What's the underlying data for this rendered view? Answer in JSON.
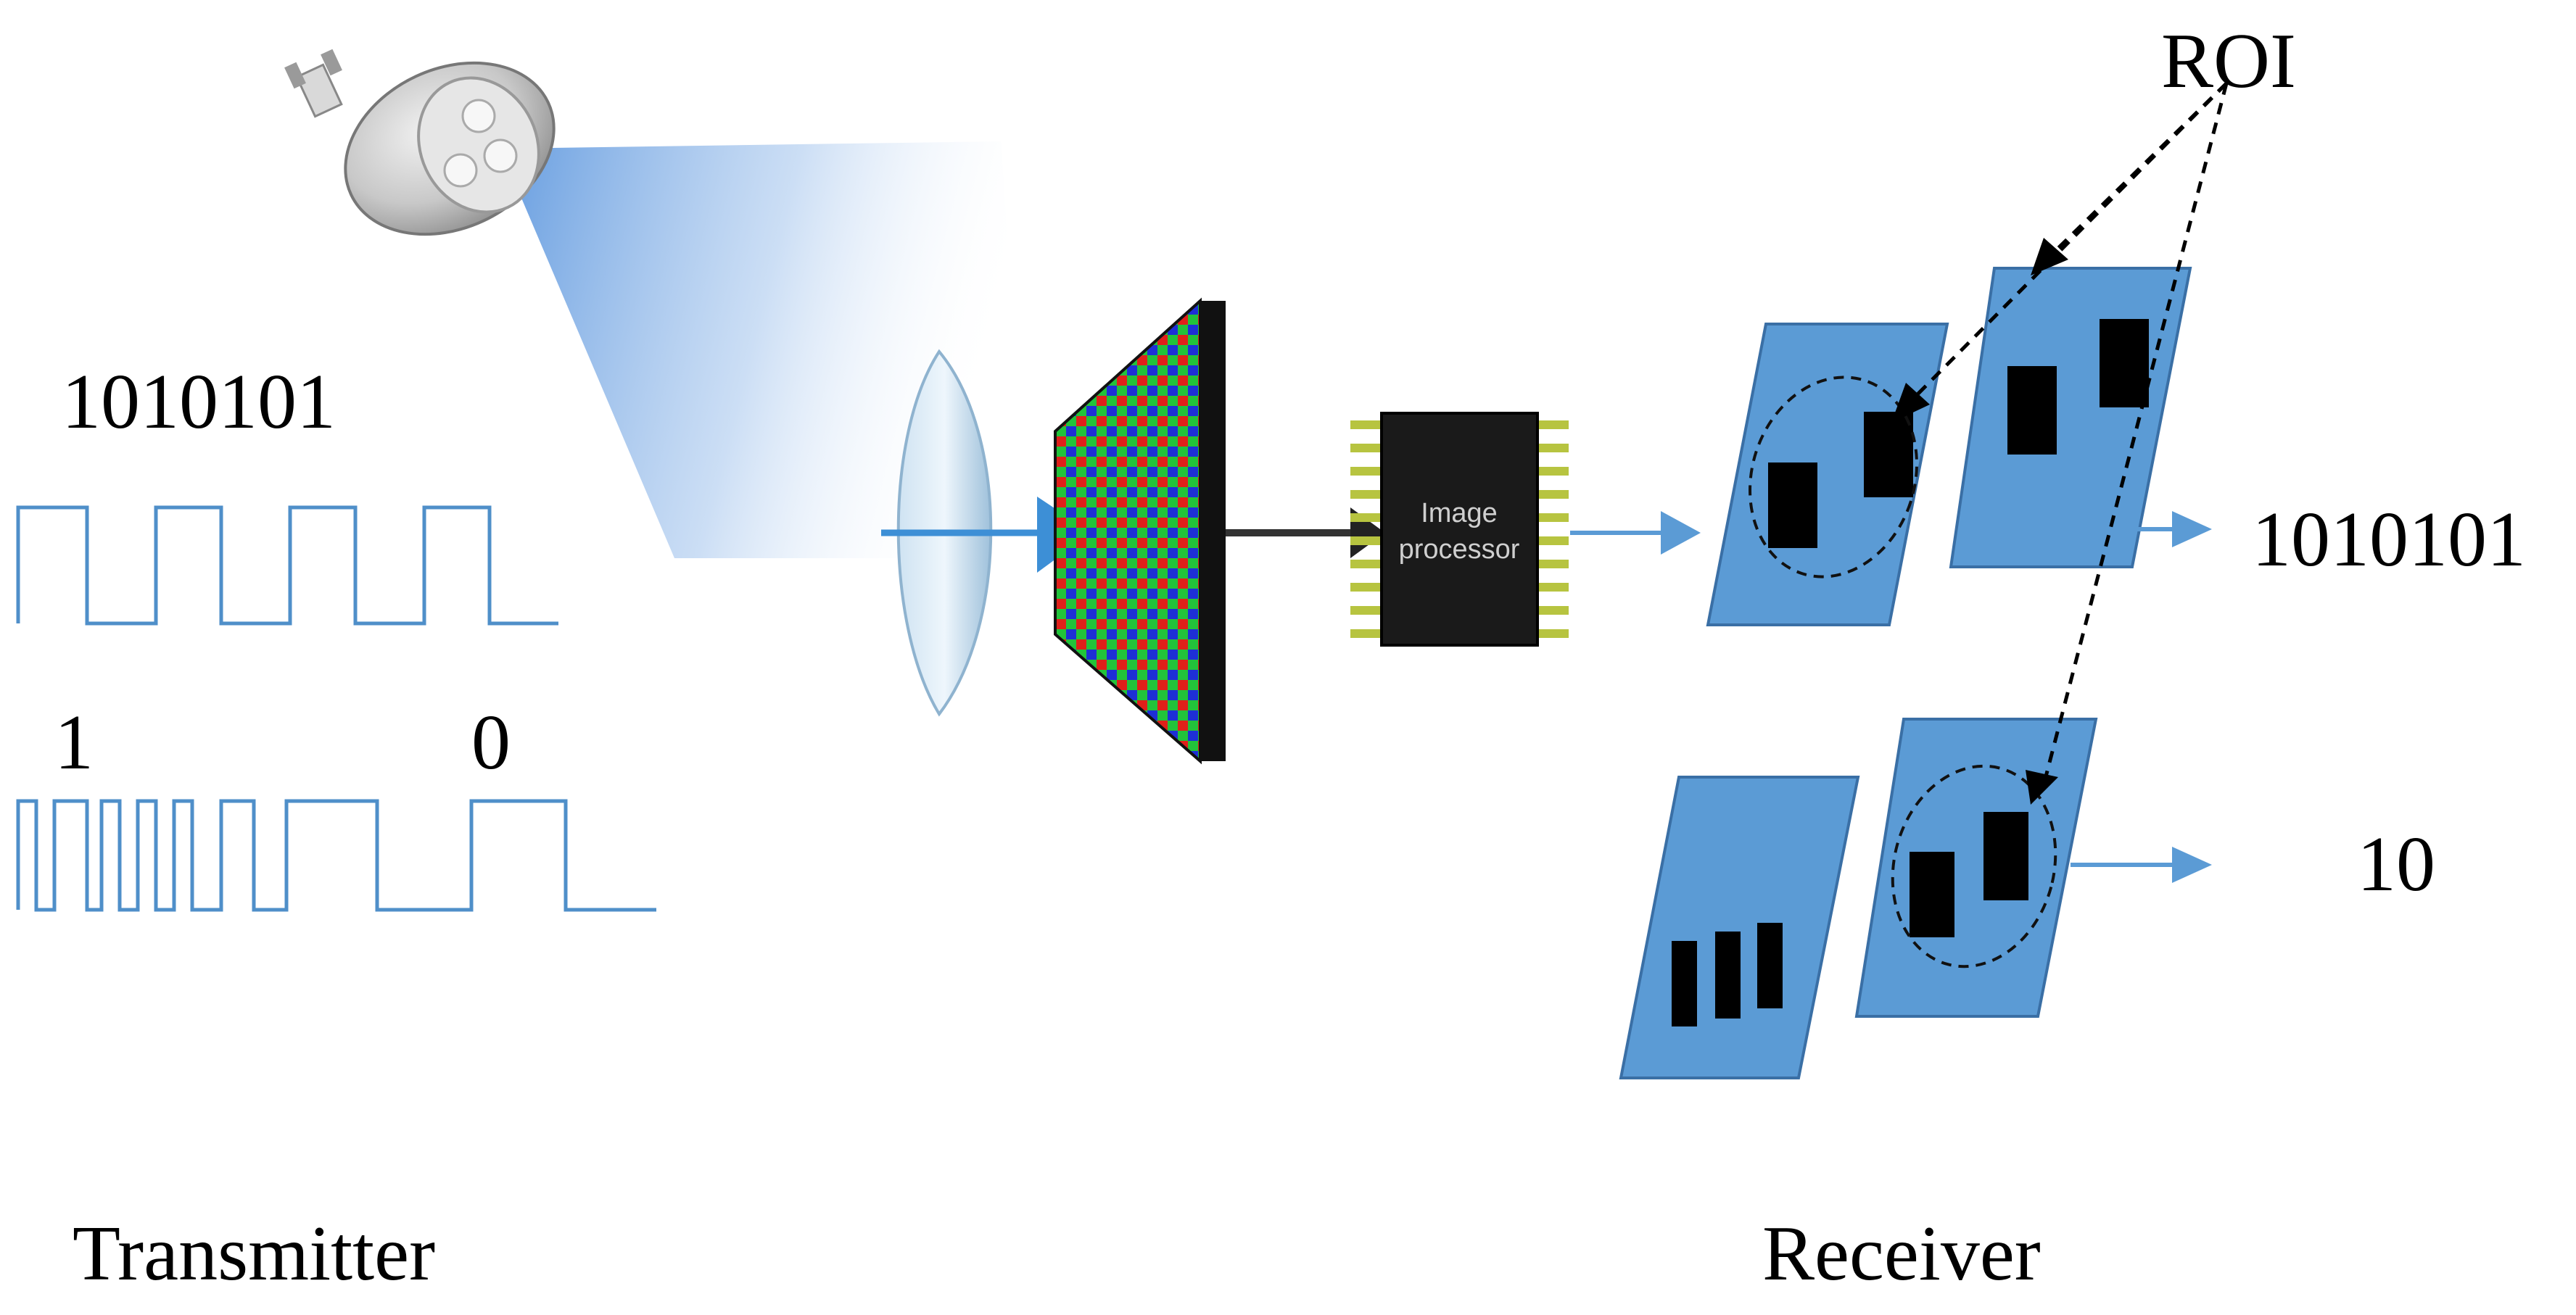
{
  "transmitter": {
    "bits_top": "1010101",
    "bit_one": "1",
    "bit_zero": "0",
    "caption": "Transmitter"
  },
  "processor": {
    "line1": "Image",
    "line2": "processor"
  },
  "receiver": {
    "roi_label": "ROI",
    "output_top": "1010101",
    "output_bottom": "10",
    "caption": "Receiver"
  },
  "colors": {
    "signal": "#4f8fc9",
    "frame_fill": "#5b9bd5",
    "frame_stroke": "#3a6fa5",
    "arrow": "#5b9bd5",
    "chip": "#1a1a1a",
    "pins": "#b7c440"
  }
}
